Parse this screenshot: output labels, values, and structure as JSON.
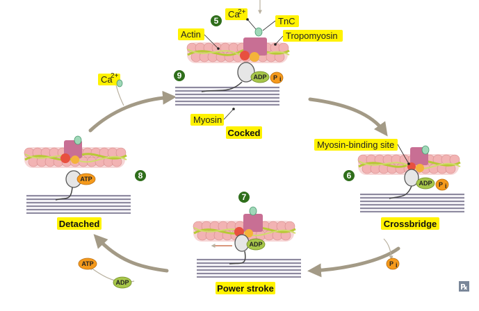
{
  "labels": {
    "actin": "Actin",
    "tnc": "TnC",
    "tropomyosin": "Tropomyosin",
    "myosin": "Myosin",
    "myosin_binding_site": "Myosin-binding site",
    "ca_top": "Ca",
    "ca_top_sup": "2+",
    "ca_left": "Ca",
    "ca_left_sup": "2+",
    "adp": "ADP",
    "atp": "ATP",
    "pi": "P",
    "pi_sub": "i"
  },
  "stages": [
    {
      "number": "5",
      "caption": ""
    },
    {
      "number": "9",
      "caption": "Cocked"
    },
    {
      "number": "6",
      "caption": "Crossbridge"
    },
    {
      "number": "7",
      "caption": "Power stroke"
    },
    {
      "number": "8",
      "caption": "Detached"
    }
  ],
  "corner_mark": "℞",
  "colors": {
    "label_bg": "#fff200",
    "step_badge": "#2f6e1b",
    "arrow": "#a39a86",
    "actin_bead": "#f2b8b8",
    "troponin": "#c86f94",
    "tropomyosin": "#b7c935",
    "myosin_filament": "#6b6580",
    "adp_chip": "#a7c64a",
    "pi_chip": "#f59a1c",
    "atp_chip": "#f59a1c",
    "ca_ion": "#9fd8b8"
  }
}
